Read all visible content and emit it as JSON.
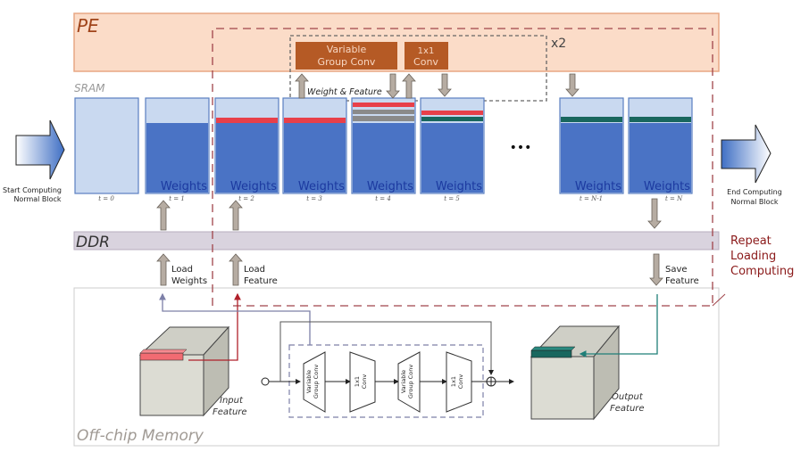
{
  "pe": {
    "label": "PE"
  },
  "sram": {
    "label": "SRAM"
  },
  "ddr": {
    "label": "DDR"
  },
  "offchip": {
    "label": "Off-chip Memory"
  },
  "pe_ops": {
    "vgc": [
      "Variable",
      "Group Conv"
    ],
    "conv1x1": [
      "1x1",
      "Conv"
    ],
    "repeat": "x2",
    "weight_feature": "Weight & Feature"
  },
  "blocks": [
    {
      "t": "t = 0",
      "weights": ""
    },
    {
      "t": "t = 1",
      "weights": "Weights"
    },
    {
      "t": "t = 2",
      "weights": "Weights"
    },
    {
      "t": "t = 3",
      "weights": "Weights"
    },
    {
      "t": "t = 4",
      "weights": "Weights"
    },
    {
      "t": "t = 5",
      "weights": "Weights"
    },
    {
      "t": "t = N-1",
      "weights": "Weights"
    },
    {
      "t": "t = N",
      "weights": "Weights"
    }
  ],
  "ellipsis": "•••",
  "start": [
    "Start Computing",
    "Normal Block"
  ],
  "end": [
    "End Computing",
    "Normal Block"
  ],
  "transfers": {
    "load_weights": [
      "Load",
      "Weights"
    ],
    "load_feature": [
      "Load",
      "Feature"
    ],
    "save_feature": [
      "Save",
      "Feature"
    ]
  },
  "repeat_label": [
    "Repeat",
    "Loading",
    "Computing"
  ],
  "block_ops": {
    "vgc": [
      "Variable",
      "Group Conv"
    ],
    "conv": [
      "1x1",
      "Conv"
    ]
  },
  "input_feature": [
    "Input",
    "Feature"
  ],
  "output_feature": [
    "Output",
    "Feature"
  ],
  "colors": {
    "pe_fill": "#fbdcc8",
    "pe_border": "#e8a784",
    "op_fill": "#b55a25",
    "weights_dark": "#4a73c5",
    "weights_light": "#c9d9f0",
    "feature_red": "#e8404a",
    "feature_teal": "#19675e",
    "repeat_red": "#8b1a1a",
    "ddr_fill": "#d9d3de"
  }
}
